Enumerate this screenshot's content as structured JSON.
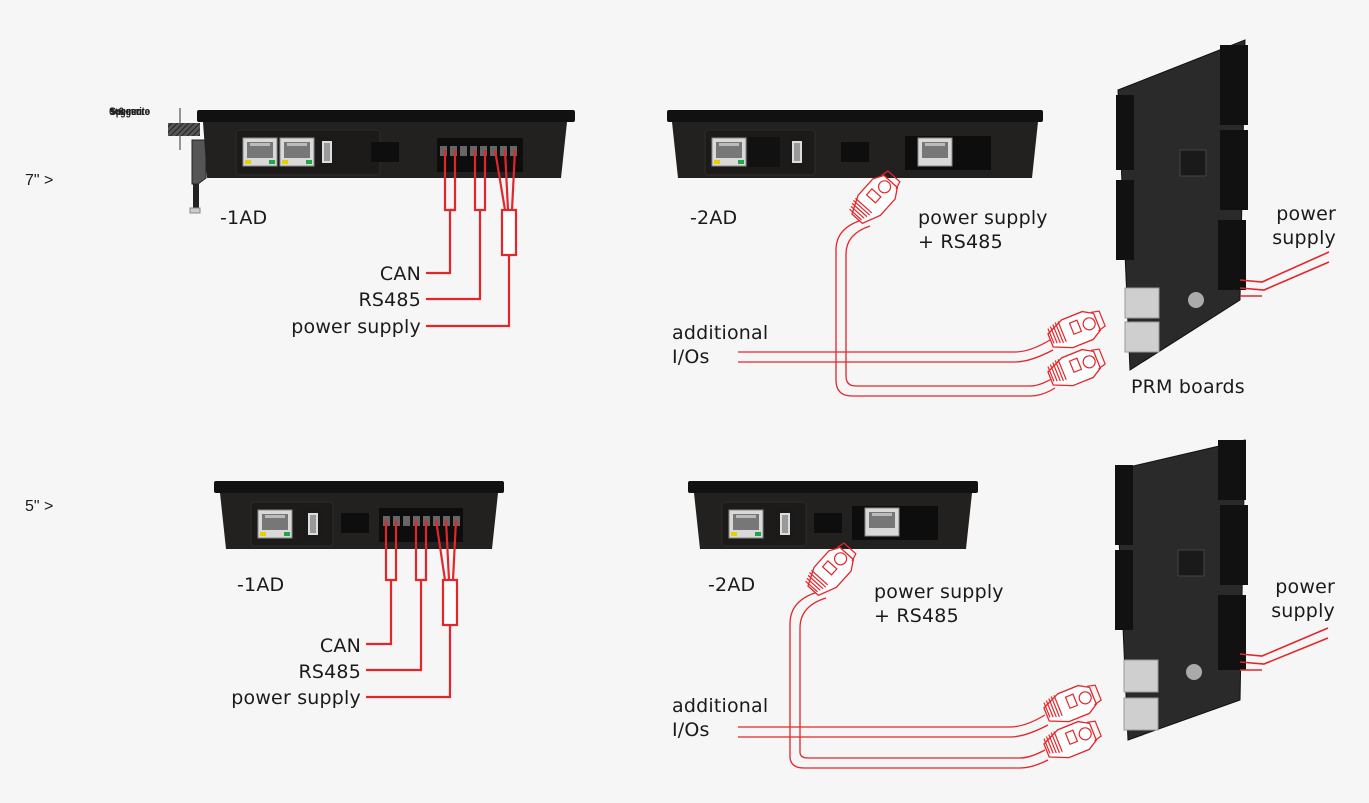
{
  "sections": [
    {
      "size_label": "7\" >",
      "thickness_note": [
        "Spessore",
        "suggerito",
        "0÷8 mm"
      ],
      "model_1ad": {
        "label": "-1AD",
        "connections": [
          "CAN",
          "RS485",
          "power supply"
        ]
      },
      "model_2ad": {
        "label": "-2AD",
        "connection": [
          "power supply",
          "+ RS485"
        ],
        "additional": [
          "additional",
          "I/Os"
        ],
        "board_power": [
          "power",
          "supply"
        ],
        "board_label": "PRM boards"
      }
    },
    {
      "size_label": "5\" >",
      "model_1ad": {
        "label": "-1AD",
        "connections": [
          "CAN",
          "RS485",
          "power supply"
        ]
      },
      "model_2ad": {
        "label": "-2AD",
        "connection": [
          "power supply",
          "+ RS485"
        ],
        "additional": [
          "additional",
          "I/Os"
        ],
        "board_power": [
          "power",
          "supply"
        ]
      }
    }
  ],
  "colors": {
    "background": "#f6f6f6",
    "wire": "#e3262a",
    "device_body": "#232120",
    "device_bezel": "#111111",
    "led_yellow": "#e8d000",
    "led_green": "#1fa64a"
  }
}
